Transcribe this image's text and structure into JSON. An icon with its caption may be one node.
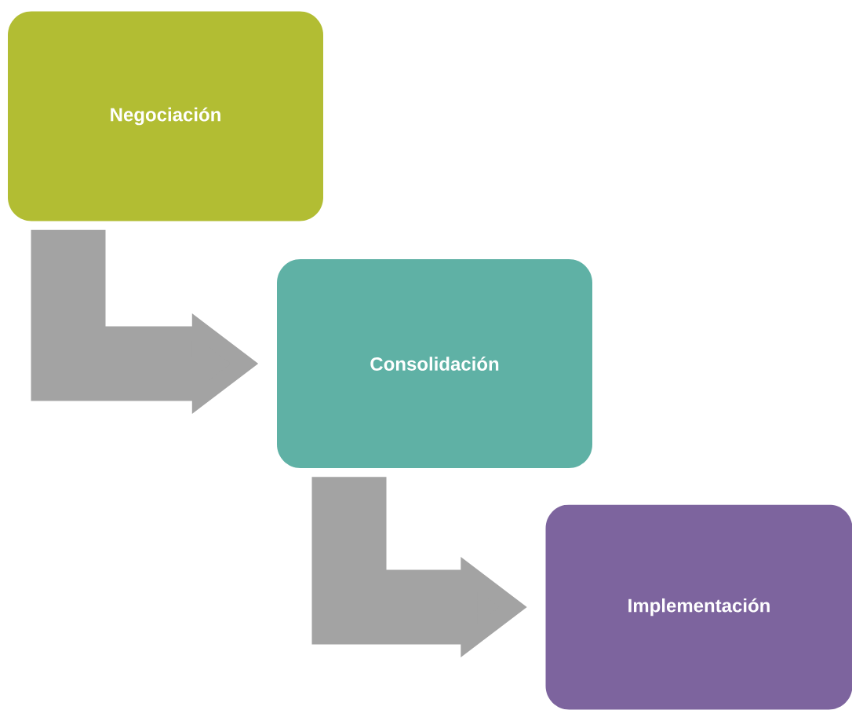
{
  "diagram": {
    "nodes": [
      {
        "text": [
          "Negociación"
        ]
      },
      {
        "text": [
          "Consolidación"
        ]
      },
      {
        "text": [
          "Implementación"
        ]
      }
    ],
    "edges": [
      {
        "from": 0,
        "to": 1,
        "arrow": "to"
      },
      {
        "from": 1,
        "to": 2,
        "arrow": "to"
      }
    ]
  }
}
